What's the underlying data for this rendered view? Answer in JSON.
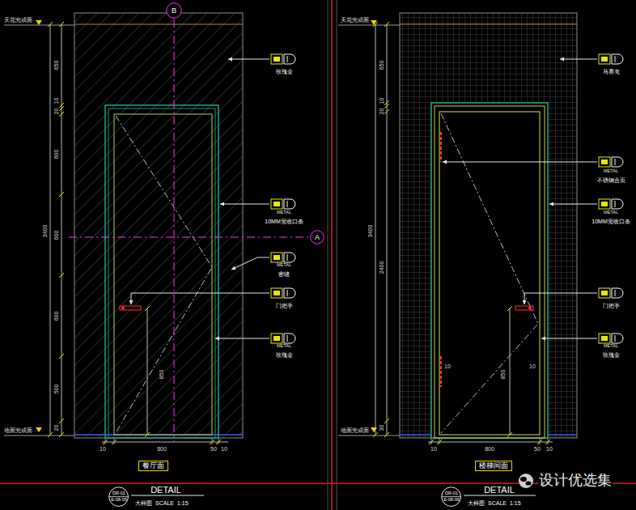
{
  "diagram": {
    "nodes": [
      {
        "text": [
          "B"
        ]
      },
      {
        "text": [
          "A"
        ]
      },
      {
        "text": [
          "餐厅面"
        ]
      },
      {
        "text": [
          "DR-01",
          "E-08-05"
        ]
      },
      {
        "text": [
          "楼梯间面"
        ]
      },
      {
        "text": [
          "DR-01",
          "E-08-06"
        ]
      }
    ],
    "labels": [
      "天花完成面",
      "地面完成面",
      "650",
      "10",
      "20",
      "600",
      "600",
      "600",
      "500",
      "20",
      "3400",
      "850",
      "10",
      "800",
      "50",
      "10",
      "玫瑰金",
      "METAL",
      "10MM宽收口条",
      "METAL",
      "密缝",
      "门把手",
      "METAL",
      "玫瑰金",
      "DETAIL",
      "大样图",
      "SCALE",
      "1:15",
      "天花完成面",
      "地面完成面",
      "650",
      "10",
      "20",
      "2400",
      "30",
      "3400",
      "850",
      "10",
      "10",
      "10",
      "800",
      "50",
      "10",
      "马赛克",
      "METAL",
      "不锈钢合页",
      "METAL",
      "10MM宽收口条",
      "门把手",
      "METAL",
      "玫瑰金",
      "DETAIL",
      "大样图",
      "SCALE",
      "1:15",
      "设计优选集"
    ]
  }
}
